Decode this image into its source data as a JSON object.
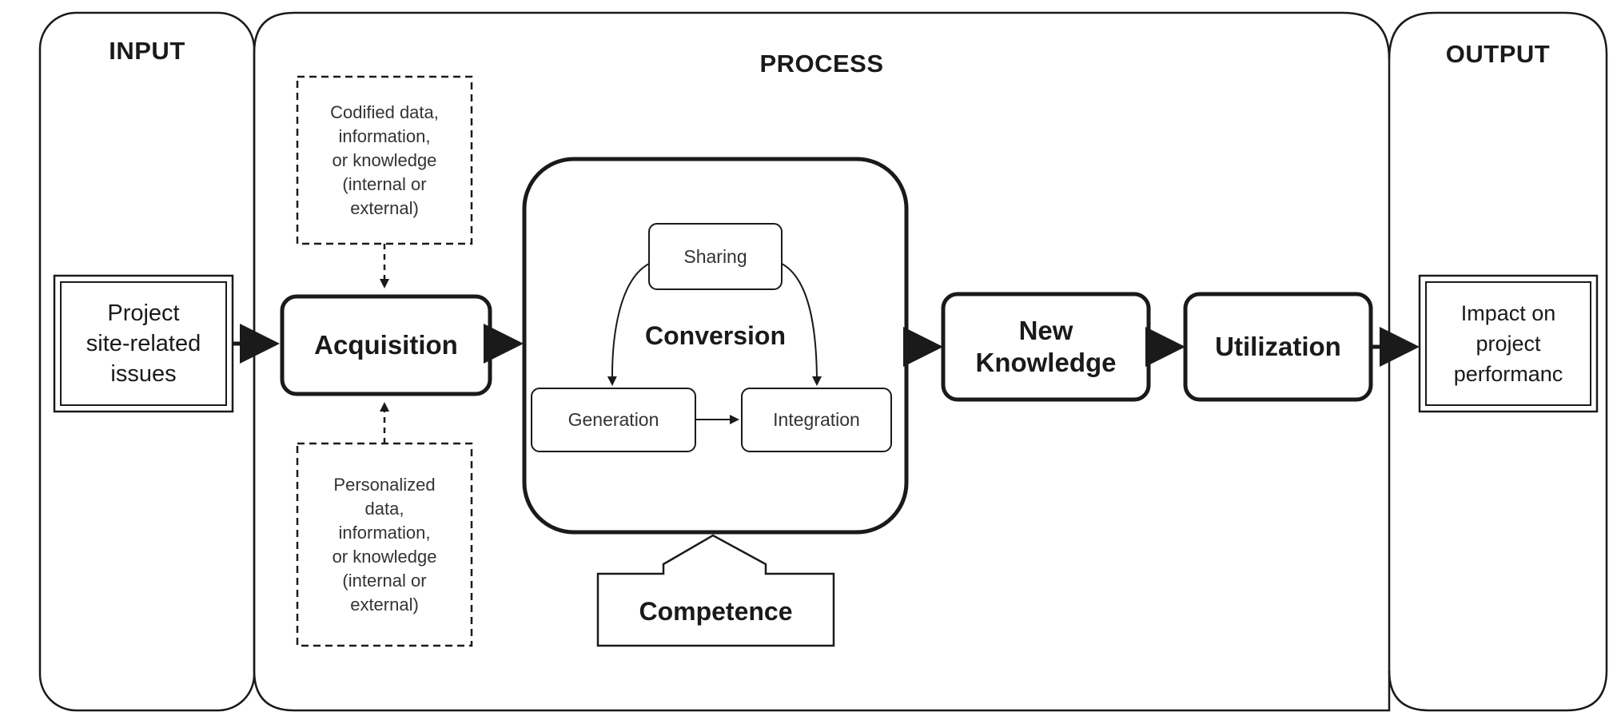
{
  "columns": {
    "input_title": "INPUT",
    "process_title": "PROCESS",
    "output_title": "OUTPUT"
  },
  "nodes": {
    "input": "Project\nsite-related\nissues",
    "acquisition": "Acquisition",
    "codified": "Codified data,\ninformation,\nor knowledge\n(internal or\nexternal)",
    "personalized": "Personalized\ndata,\ninformation,\nor knowledge\n(internal or\nexternal)",
    "conversion": "Conversion",
    "sharing": "Sharing",
    "generation": "Generation",
    "integration": "Integration",
    "competence": "Competence",
    "new_knowledge": "New\nKnowledge",
    "utilization": "Utilization",
    "output": "Impact on\nproject\nperformanc"
  },
  "colors": {
    "stroke": "#1a1a1a",
    "background": "#ffffff"
  }
}
